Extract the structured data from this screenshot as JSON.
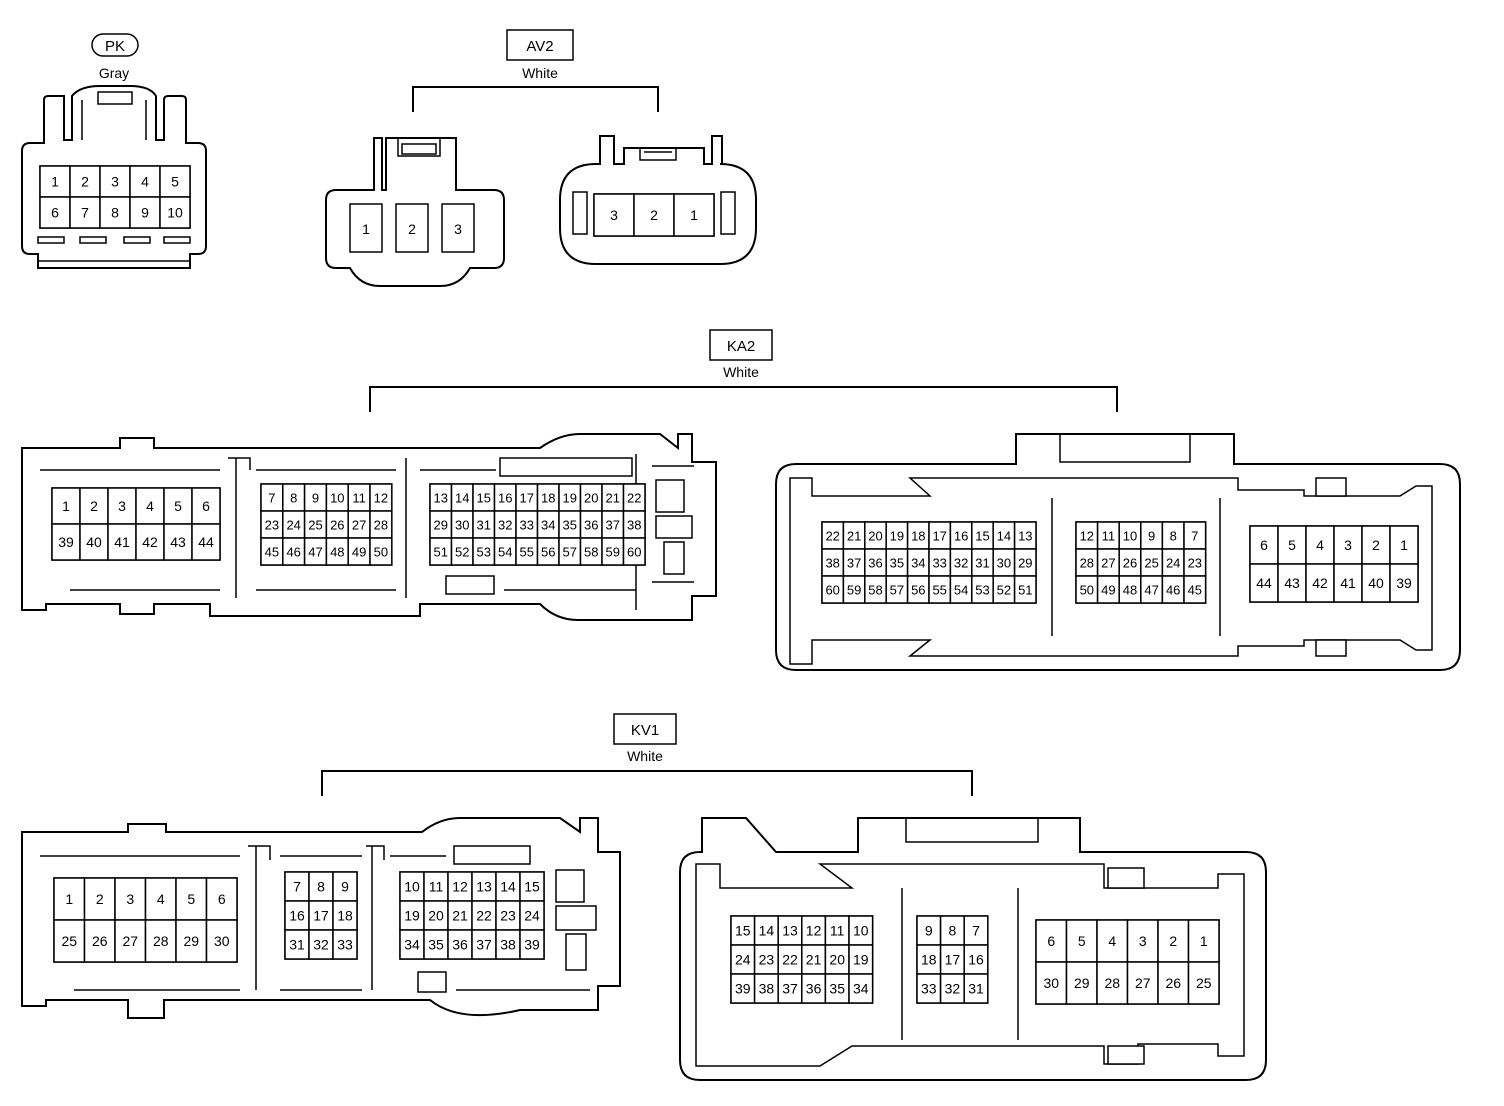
{
  "connectors": {
    "pk": {
      "code": "PK",
      "color": "Gray",
      "pin_rows": [
        [
          "1",
          "2",
          "3",
          "4",
          "5"
        ],
        [
          "6",
          "7",
          "8",
          "9",
          "10"
        ]
      ]
    },
    "av2": {
      "code": "AV2",
      "color": "White",
      "left_pins": [
        "1",
        "2",
        "3"
      ],
      "right_pins": [
        "3",
        "2",
        "1"
      ]
    },
    "ka2": {
      "code": "KA2",
      "color": "White",
      "left_blocks": [
        [
          [
            "1",
            "2",
            "3",
            "4",
            "5",
            "6"
          ],
          [
            "39",
            "40",
            "41",
            "42",
            "43",
            "44"
          ]
        ],
        [
          [
            "7",
            "8",
            "9",
            "10",
            "11",
            "12"
          ],
          [
            "23",
            "24",
            "25",
            "26",
            "27",
            "28"
          ],
          [
            "45",
            "46",
            "47",
            "48",
            "49",
            "50"
          ]
        ],
        [
          [
            "13",
            "14",
            "15",
            "16",
            "17",
            "18",
            "19",
            "20",
            "21",
            "22"
          ],
          [
            "29",
            "30",
            "31",
            "32",
            "33",
            "34",
            "35",
            "36",
            "37",
            "38"
          ],
          [
            "51",
            "52",
            "53",
            "54",
            "55",
            "56",
            "57",
            "58",
            "59",
            "60"
          ]
        ]
      ],
      "right_blocks": [
        [
          [
            "22",
            "21",
            "20",
            "19",
            "18",
            "17",
            "16",
            "15",
            "14",
            "13"
          ],
          [
            "38",
            "37",
            "36",
            "35",
            "34",
            "33",
            "32",
            "31",
            "30",
            "29"
          ],
          [
            "60",
            "59",
            "58",
            "57",
            "56",
            "55",
            "54",
            "53",
            "52",
            "51"
          ]
        ],
        [
          [
            "12",
            "11",
            "10",
            "9",
            "8",
            "7"
          ],
          [
            "28",
            "27",
            "26",
            "25",
            "24",
            "23"
          ],
          [
            "50",
            "49",
            "48",
            "47",
            "46",
            "45"
          ]
        ],
        [
          [
            "6",
            "5",
            "4",
            "3",
            "2",
            "1"
          ],
          [
            "44",
            "43",
            "42",
            "41",
            "40",
            "39"
          ]
        ]
      ]
    },
    "kv1": {
      "code": "KV1",
      "color": "White",
      "left_blocks": [
        [
          [
            "1",
            "2",
            "3",
            "4",
            "5",
            "6"
          ],
          [
            "25",
            "26",
            "27",
            "28",
            "29",
            "30"
          ]
        ],
        [
          [
            "7",
            "8",
            "9"
          ],
          [
            "16",
            "17",
            "18"
          ],
          [
            "31",
            "32",
            "33"
          ]
        ],
        [
          [
            "10",
            "11",
            "12",
            "13",
            "14",
            "15"
          ],
          [
            "19",
            "20",
            "21",
            "22",
            "23",
            "24"
          ],
          [
            "34",
            "35",
            "36",
            "37",
            "38",
            "39"
          ]
        ]
      ],
      "right_blocks": [
        [
          [
            "15",
            "14",
            "13",
            "12",
            "11",
            "10"
          ],
          [
            "24",
            "23",
            "22",
            "21",
            "20",
            "19"
          ],
          [
            "39",
            "38",
            "37",
            "36",
            "35",
            "34"
          ]
        ],
        [
          [
            "9",
            "8",
            "7"
          ],
          [
            "18",
            "17",
            "16"
          ],
          [
            "33",
            "32",
            "31"
          ]
        ],
        [
          [
            "6",
            "5",
            "4",
            "3",
            "2",
            "1"
          ],
          [
            "30",
            "29",
            "28",
            "27",
            "26",
            "25"
          ]
        ]
      ]
    }
  }
}
